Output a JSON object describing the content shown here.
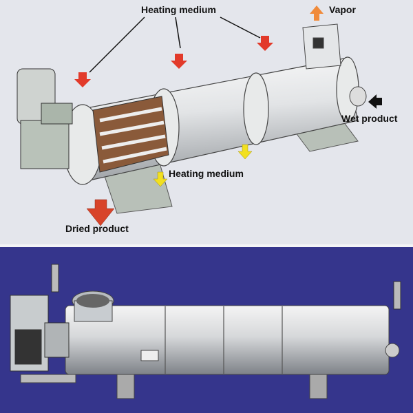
{
  "labels": {
    "heating_medium_top": "Heating medium",
    "vapor": "Vapor",
    "wet_product": "Wet product",
    "heating_medium_bottom": "Heating medium",
    "dried_product": "Dried product"
  },
  "colors": {
    "top_background": "#e4e6ec",
    "bottom_background": "#35358c",
    "heating_arrow": "#e23a2a",
    "vapor_arrow": "#f08a3a",
    "heating_out_arrow": "#f2e020",
    "dried_arrow": "#d8442a",
    "wet_arrow": "#111111"
  }
}
